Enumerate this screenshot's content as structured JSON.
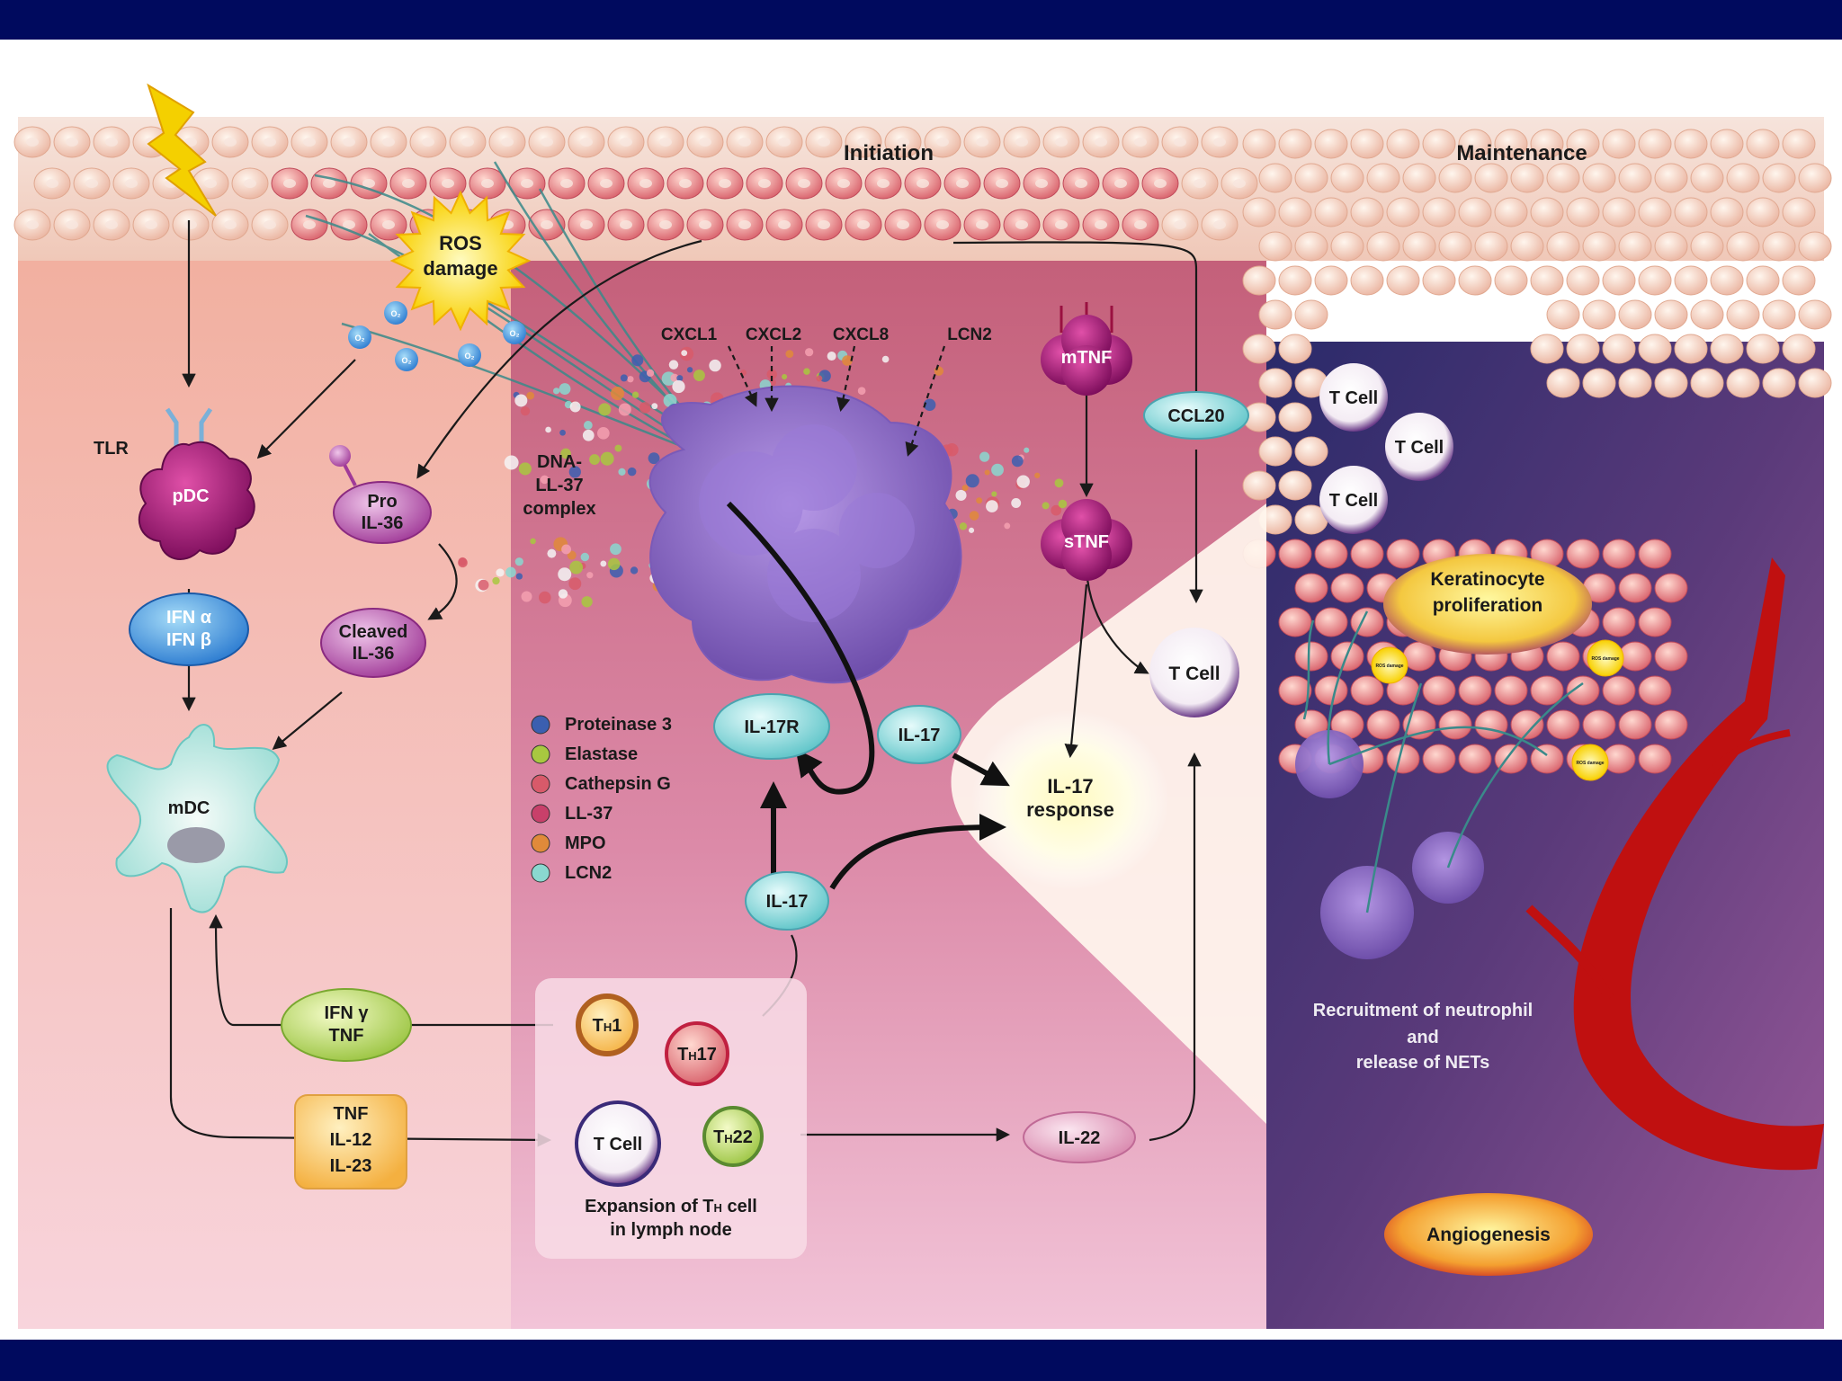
{
  "headers": {
    "initiation": "Initiation",
    "maintenance": "Maintenance"
  },
  "ros": {
    "line1": "ROS",
    "line2": "damage"
  },
  "o2_label": "O₂",
  "nodes": {
    "tlr": "TLR",
    "pdc": "pDC",
    "pro_il36": {
      "line1": "Pro",
      "line2": "IL-36"
    },
    "ifn_ab": {
      "line1": "IFN α",
      "line2": "IFN β"
    },
    "cleaved_il36": {
      "line1": "Cleaved",
      "line2": "IL-36"
    },
    "mdc": "mDC",
    "dna_ll37": {
      "line1": "DNA-",
      "line2": "LL-37",
      "line3": "complex"
    },
    "chemokines": [
      "CXCL1",
      "CXCL2",
      "CXCL8",
      "LCN2"
    ],
    "mtnf": "mTNF",
    "stnf": "sTNF",
    "ccl20": "CCL20",
    "il17r": "IL-17R",
    "il17_top": "IL-17",
    "il17_bottom": "IL-17",
    "il17_response": {
      "line1": "IL-17",
      "line2": "response"
    },
    "t_cell_mid": "T Cell",
    "ifng_tnf": {
      "line1": "IFN γ",
      "line2": "TNF"
    },
    "cytokine_box": {
      "line1": "TNF",
      "line2": "IL-12",
      "line3": "IL-23"
    },
    "th1": {
      "main": "T",
      "sub": "H",
      "tail": "1"
    },
    "th17": {
      "main": "T",
      "sub": "H",
      "tail": "17"
    },
    "th22": {
      "main": "T",
      "sub": "H",
      "tail": "22"
    },
    "t_cell_lymph": "T Cell",
    "expansion": {
      "line1_a": "Expansion of T",
      "line1_sub": "H",
      "line1_b": " cell",
      "line2": "in lymph node"
    },
    "il22": "IL-22",
    "t_cells_right": [
      "T Cell",
      "T Cell",
      "T Cell"
    ],
    "keratinocyte": {
      "line1": "Keratinocyte",
      "line2": "proliferation"
    },
    "recruitment": {
      "line1": "Recruitment of neutrophil",
      "line2": "and",
      "line3": "release of NETs"
    },
    "angiogenesis": "Angiogenesis",
    "mini_ros": "ROS damage"
  },
  "legend": [
    {
      "label": "Proteinase 3",
      "icon": "proteinase3-icon",
      "color": "#3b5fb0"
    },
    {
      "label": "Elastase",
      "icon": "elastase-icon",
      "color": "#a8c840"
    },
    {
      "label": "Cathepsin G",
      "icon": "cathepsin-g-icon",
      "color": "#d85a6a"
    },
    {
      "label": "LL-37",
      "icon": "ll37-icon",
      "color": "#c8406a"
    },
    {
      "label": "MPO",
      "icon": "mpo-icon",
      "color": "#e08a3a"
    },
    {
      "label": "LCN2",
      "icon": "lcn2-icon",
      "color": "#8ad8d0"
    }
  ],
  "colors": {
    "frame": "#000a5e",
    "neutrophil": "#8a6ac8",
    "il17_node": "#7fd6d8",
    "vessel": "#c01010"
  }
}
